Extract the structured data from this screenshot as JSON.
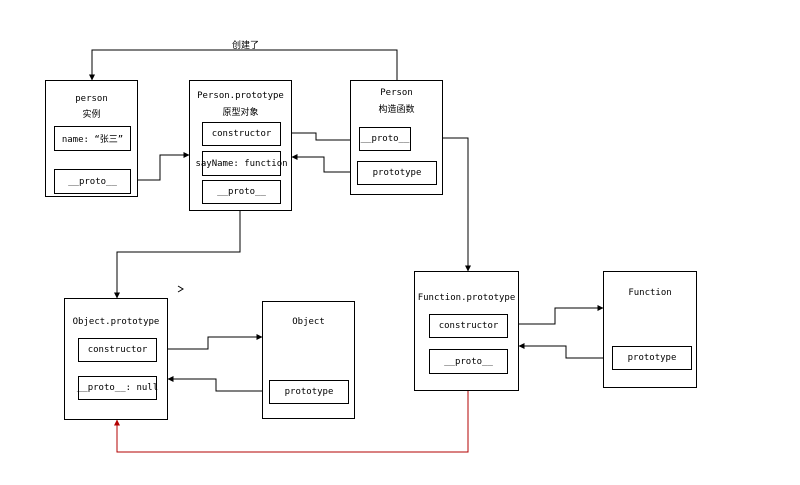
{
  "top_edge_label": "创建了",
  "person": {
    "title": "person",
    "subtitle": "实例",
    "name_field": "name: “张三”",
    "proto": "__proto__"
  },
  "person_prototype": {
    "title": "Person.prototype",
    "subtitle": "原型对象",
    "constructor": "constructor",
    "sayname": "sayName: function",
    "proto": "__proto__"
  },
  "person_ctor": {
    "title": "Person",
    "subtitle": "构造函数",
    "proto": "__proto__",
    "prototype": "prototype"
  },
  "object_prototype": {
    "title": "Object.prototype",
    "constructor": "constructor",
    "proto": "__proto__: null"
  },
  "object_ctor": {
    "title": "Object",
    "prototype": "prototype"
  },
  "function_prototype": {
    "title": "Function.prototype",
    "constructor": "constructor",
    "proto": "__proto__"
  },
  "function_ctor": {
    "title": "Function",
    "prototype": "prototype"
  },
  "colors": {
    "line": "#000000",
    "red_line": "#b30000"
  }
}
